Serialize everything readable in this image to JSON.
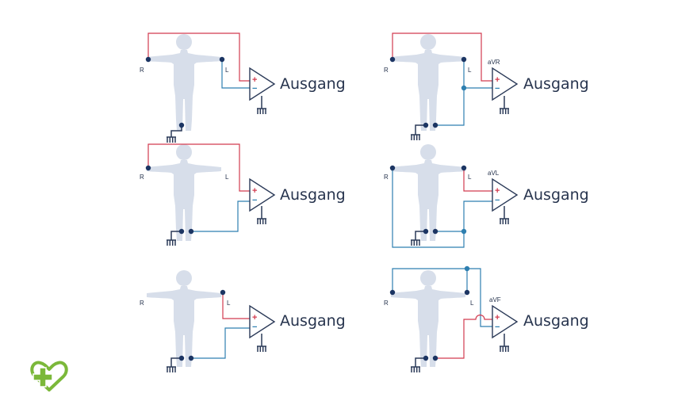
{
  "output_label": "Ausgang",
  "electrodes": {
    "right": "R",
    "left": "L"
  },
  "amp_signs": {
    "plus": "+",
    "minus": "−"
  },
  "aug_labels": [
    "aVR",
    "aVL",
    "aVF"
  ],
  "colors": {
    "red": "#d23b4f",
    "blue": "#2e7fb0",
    "dark": "#2b3a58",
    "body": "#d7deea",
    "logo": "#7bb83a"
  },
  "logo_icon": "heart-plus-logo"
}
